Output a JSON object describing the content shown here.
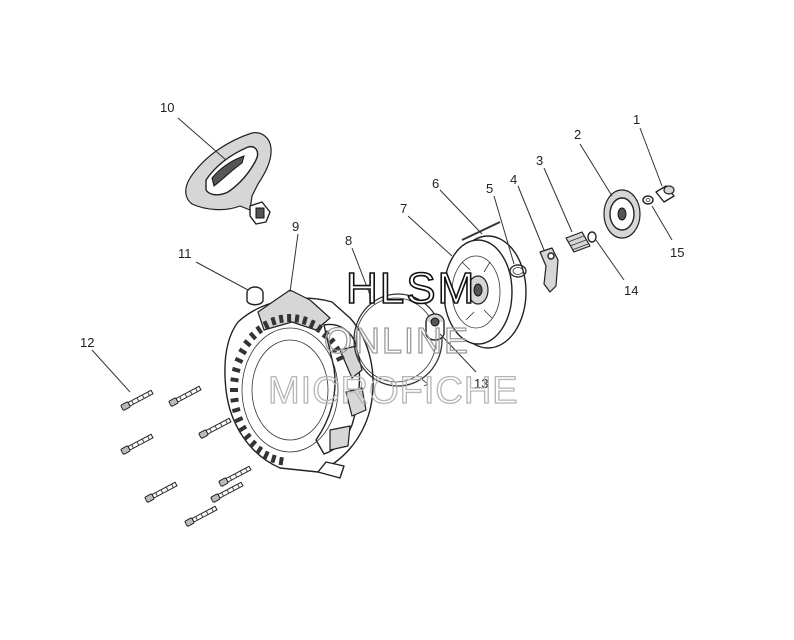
{
  "watermark": {
    "line1": "HLSM",
    "line2": "ONLINE",
    "line3": "MICROFICHE"
  },
  "callouts": [
    "1",
    "2",
    "3",
    "4",
    "5",
    "6",
    "7",
    "8",
    "9",
    "10",
    "11",
    "12",
    "13",
    "14",
    "15"
  ]
}
